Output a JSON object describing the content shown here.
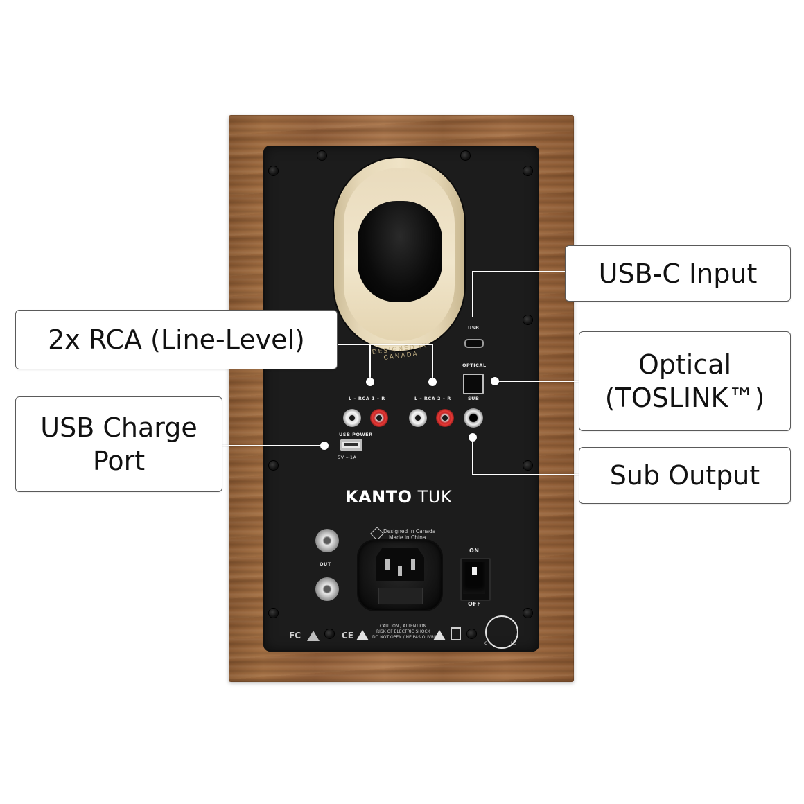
{
  "callouts": {
    "usb_c_input": "USB-C Input",
    "rca_line_level": "2x RCA (Line-Level)",
    "optical_line1": "Optical",
    "optical_line2": "(TOSLINK™)",
    "usb_charge_line1": "USB Charge",
    "usb_charge_line2": "Port",
    "sub_output": "Sub Output"
  },
  "panel": {
    "port_text": "DESIGNED IN CANADA",
    "usb_label": "USB",
    "optical_label": "OPTICAL",
    "sub_label": "SUB",
    "rca1_label": "L – RCA 1 – R",
    "rca2_label": "L – RCA 2 – R",
    "usb_power_label": "USB POWER",
    "usb_power_rating": "5V ⎓1A",
    "brand_bold": "KANTO",
    "brand_model": "TUK",
    "designed_line1": "Designed in Canada",
    "designed_line2": "Made in China",
    "out_label": "OUT",
    "on_label": "ON",
    "off_label": "OFF",
    "caution_line1": "CAUTION / ATTENTION",
    "caution_line2": "RISK OF ELECTRIC SHOCK",
    "caution_line3": "DO NOT OPEN / NE PAS OUVRIR",
    "fc_mark": "FC",
    "ce_mark": "CE",
    "c_mark": "C",
    "us_mark": "US"
  },
  "colors": {
    "wood": "#9a663d",
    "panel": "#1c1c1c",
    "port": "#e9dbbd",
    "callout_border": "#5a5a5a"
  }
}
